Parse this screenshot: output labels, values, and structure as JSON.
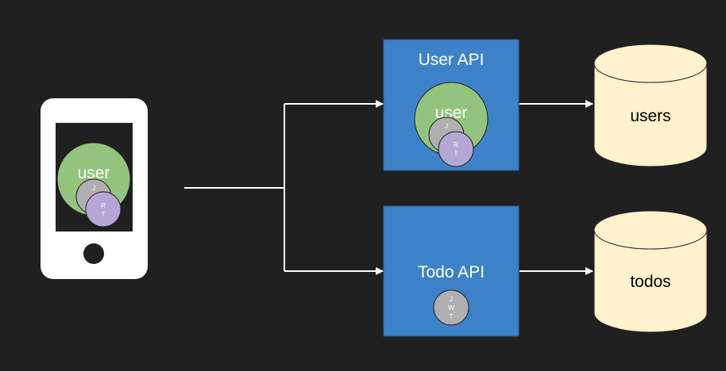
{
  "colors": {
    "background": "#202020",
    "api_box": "#3d82c8",
    "user_circle": "#93c47d",
    "jwt_circle": "#b0b0b0",
    "rt_circle": "#b4a7d6",
    "database": "#fff2cc",
    "connector": "#ffffff"
  },
  "phone": {
    "user_label": "user",
    "jwt_label_line1": "J",
    "rt_label_line1": "R",
    "rt_label_line2": "T"
  },
  "user_api": {
    "title": "User API",
    "user_label": "user",
    "jwt_label_line1": "J",
    "rt_label_line1": "R",
    "rt_label_line2": "T"
  },
  "todo_api": {
    "title": "Todo API",
    "jwt_label_line1": "J",
    "jwt_label_line2": "W",
    "jwt_label_line3": "T"
  },
  "databases": {
    "users": "users",
    "todos": "todos"
  },
  "icons": {
    "device": "smartphone-icon",
    "store": "database-cylinder-icon"
  }
}
